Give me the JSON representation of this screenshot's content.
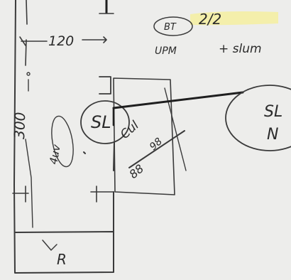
{
  "colors": {
    "paper": "#ededeb",
    "ink": "#3a3a3a",
    "highlight": "#f4efa0"
  },
  "dimensions": {
    "horizontal": "120",
    "vertical": "300"
  },
  "note": {
    "circled_tag": "BT",
    "fraction": "2/2",
    "line2_left": "UPM",
    "line2_right": "+ slum"
  },
  "plan": {
    "room_label": "R",
    "circle_label": "SL",
    "circle_note": "4uv",
    "box_note_1": "Cul",
    "box_note_2": "98",
    "box_note_3": "88"
  },
  "callout": {
    "line1": "SL",
    "line2": "N"
  }
}
